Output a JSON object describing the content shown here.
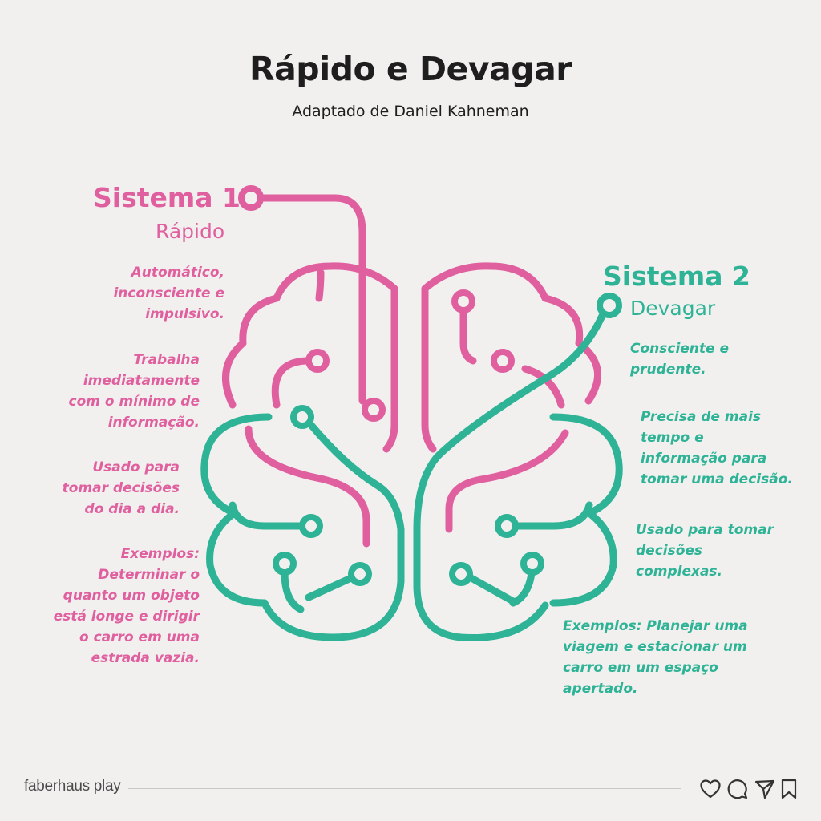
{
  "header": {
    "title": "Rápido e Devagar",
    "subtitle": "Adaptado de Daniel Kahneman"
  },
  "system1": {
    "title": "Sistema 1",
    "subtitle": "Rápido",
    "color": "#e0609f",
    "notes": [
      "Automático,\ninconsciente e\nimpulsivo.",
      "Trabalha\nimediatamente\ncom o mínimo de\ninformação.",
      "Usado para\ntomar decisões\ndo dia a dia.",
      "Exemplos:\nDeterminar o\nquanto um objeto\nestá longe e  dirigir\no carro em uma\nestrada vazia."
    ]
  },
  "system2": {
    "title": "Sistema 2",
    "subtitle": "Devagar",
    "color": "#2eb396",
    "notes": [
      "Consciente e\nprudente.",
      "Precisa de mais\ntempo e\ninformação para\ntomar uma decisão.",
      "Usado para tomar\ndecisões\ncomplexas.",
      "Exemplos: Planejar uma\nviagem e estacionar um\ncarro em um espaço\napertado."
    ]
  },
  "footer": {
    "brand": "faberhaus play",
    "icons": [
      "heart-icon",
      "comment-icon",
      "send-icon",
      "bookmark-icon"
    ]
  },
  "colors": {
    "background": "#f1f0ee",
    "text": "#1e1e1e"
  }
}
